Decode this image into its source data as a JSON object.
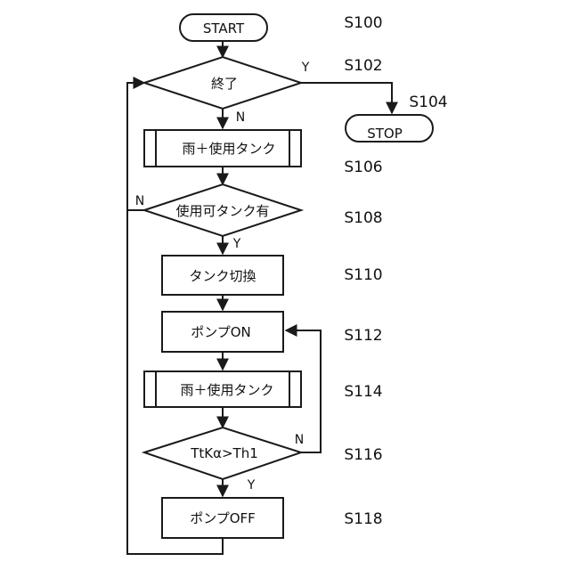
{
  "nodes": {
    "start": "START",
    "s102": "終了",
    "stop": "STOP",
    "s106": "雨＋使用タンク",
    "s108": "使用可タンク有",
    "s110": "タンク切換",
    "s112": "ポンプON",
    "s114": "雨＋使用タンク",
    "s116": "TtKα>Th1",
    "s118": "ポンプOFF"
  },
  "steps": {
    "s100": "S100",
    "s102": "S102",
    "s104": "S104",
    "s106": "S106",
    "s108": "S108",
    "s110": "S110",
    "s112": "S112",
    "s114": "S114",
    "s116": "S116",
    "s118": "S118"
  },
  "branches": {
    "s102_yes": "Y",
    "s102_no": "N",
    "s108_no": "N",
    "s108_yes": "Y",
    "s116_no": "N",
    "s116_yes": "Y"
  }
}
